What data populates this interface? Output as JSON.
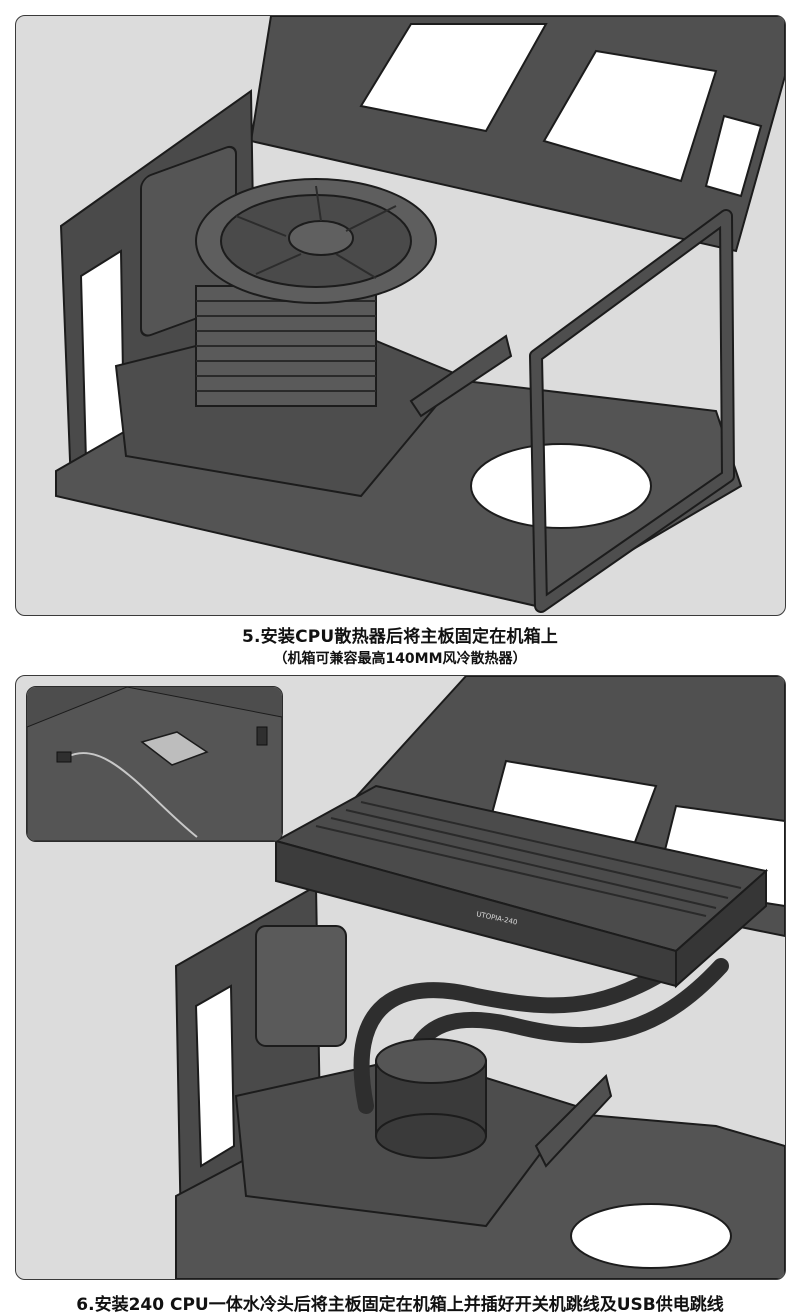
{
  "steps": [
    {
      "caption": "5.安装CPU散热器后将主板固定在机箱上",
      "subcaption": "（机箱可兼容最高140MM风冷散热器）"
    },
    {
      "caption": "6.安装240 CPU一体水冷头后将主板固定在机箱上并插好开关机跳线及USB供电跳线",
      "radiator_label": "UTOPIA-240"
    }
  ],
  "colors": {
    "panel_bg": "#dcdcdc",
    "metal_dark": "#4a4a4a",
    "metal_mid": "#5c5c5c",
    "outline": "#1c1c1c",
    "hole": "#ffffff"
  },
  "icons": [
    "fan-icon",
    "heatsink-icon",
    "motherboard-icon",
    "radiator-icon",
    "pump-icon",
    "tube-icon"
  ]
}
